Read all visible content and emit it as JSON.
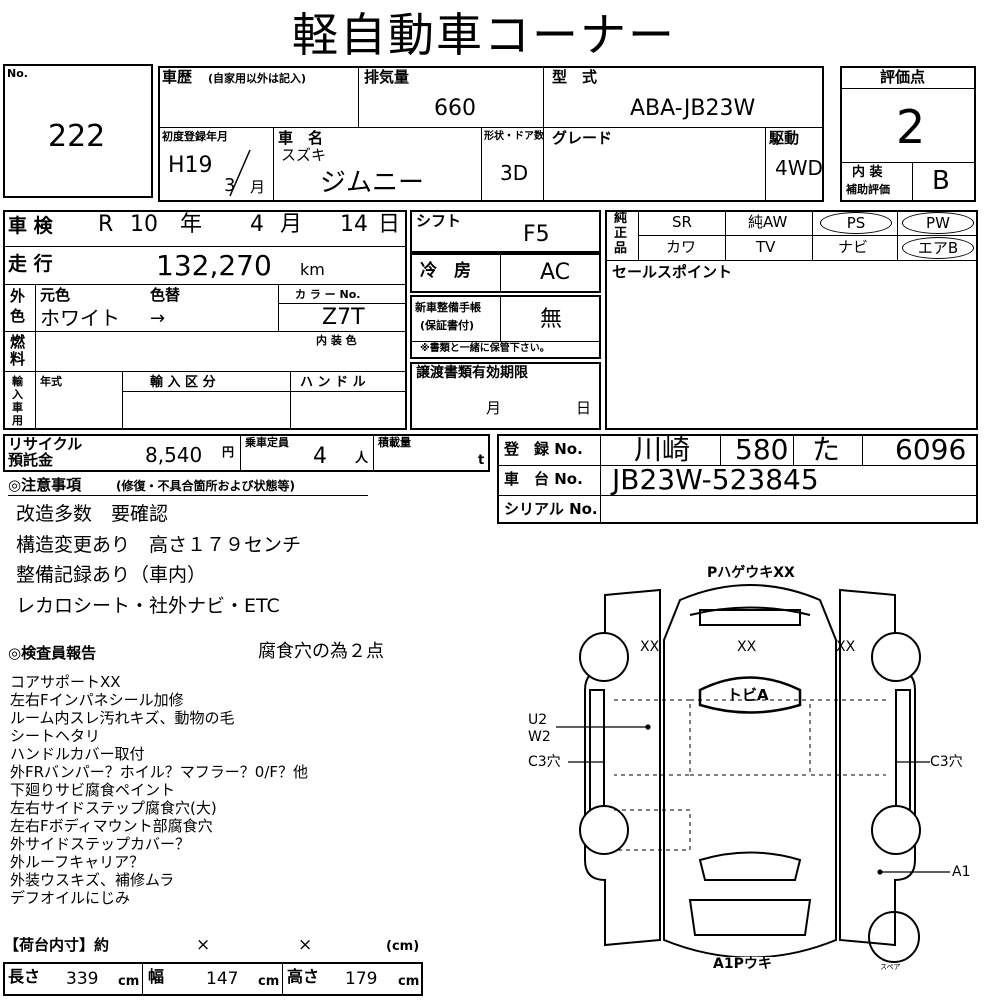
{
  "title": "軽自動車コーナー",
  "lot": {
    "label": "No.",
    "number": "222"
  },
  "history": {
    "label": "車歴",
    "sub": "(自家用以外は記入)"
  },
  "displacement": {
    "label": "排気量",
    "value": "660"
  },
  "model_type": {
    "label": "型　式",
    "value": "ABA-JB23W"
  },
  "first_reg": {
    "label": "初度登録年月",
    "era": "H19",
    "month": "3",
    "month_unit": "月"
  },
  "car_name": {
    "label": "車　名",
    "maker": "スズキ",
    "name": "ジムニー"
  },
  "body_doors": {
    "label": "形状・ドア数",
    "value": "3D"
  },
  "grade": {
    "label": "グレード"
  },
  "drive": {
    "label": "駆動",
    "value": "4WD"
  },
  "score": {
    "label": "評価点",
    "value": "2",
    "interior_label_1": "内 装",
    "interior_label_2": "補助評価",
    "interior_value": "B"
  },
  "inspection": {
    "label": "車 検",
    "era": "R",
    "year": "10",
    "year_unit": "年",
    "month": "4",
    "month_unit": "月",
    "day": "14",
    "day_unit": "日"
  },
  "mileage": {
    "label": "走 行",
    "value": "132,270",
    "unit": "km"
  },
  "shift": {
    "label": "シフト",
    "value": "F5"
  },
  "ac": {
    "label": "冷　房",
    "value": "AC"
  },
  "color": {
    "group_label_1": "外",
    "group_label_2": "色",
    "orig_label": "元色",
    "change_label": "色替",
    "orig_value": "ホワイト",
    "change_value": "→",
    "code_label": "カ ラ ー No.",
    "code_value": "Z7T",
    "interior_label": "内 装 色"
  },
  "fuel": {
    "label_1": "燃",
    "label_2": "料"
  },
  "warranty": {
    "label_1": "新車整備手帳",
    "label_2": "(保証書付)",
    "value": "無",
    "note": "※書類と一緒に保管下さい。"
  },
  "import": {
    "label_chars": [
      "輸",
      "入",
      "車",
      "用"
    ],
    "year_label": "年式",
    "class_label": "輸 入 区 分",
    "handle_label": "ハ ン ド ル"
  },
  "transfer": {
    "label": "譲渡書類有効期限",
    "month_unit": "月",
    "day_unit": "日"
  },
  "equipment": {
    "label_chars": [
      "純",
      "正",
      "品"
    ],
    "row1": [
      "SR",
      "純AW",
      "PS",
      "PW"
    ],
    "row2": [
      "カワ",
      "TV",
      "ナビ",
      "エアB"
    ]
  },
  "sales_point": {
    "label": "セールスポイント"
  },
  "recycle": {
    "label_1": "リサイクル",
    "label_2": "預託金",
    "value": "8,540",
    "unit": "円"
  },
  "capacity": {
    "label": "乗車定員",
    "value": "4",
    "unit": "人"
  },
  "load": {
    "label": "積載量",
    "unit": "t"
  },
  "registration": {
    "label": "登　録 No.",
    "area": "川崎",
    "class": "580",
    "kana": "た",
    "number": "6096"
  },
  "chassis": {
    "label": "車　台 No.",
    "value": "JB23W-523845"
  },
  "serial": {
    "label": "シリアル No."
  },
  "notes": {
    "label": "◎注意事項",
    "sub": "(修復・不具合箇所および状態等)",
    "lines": [
      "改造多数　要確認",
      "構造変更あり　高さ１７９センチ",
      "整備記録あり（車内）",
      "レカロシート・社外ナビ・ETC"
    ]
  },
  "inspector": {
    "label": "◎検査員報告",
    "headline": "腐食穴の為２点",
    "lines": [
      "コアサポートXX",
      "左右Fインパネシール加修",
      "ルーム内スレ汚れキズ、動物の毛",
      "シートヘタリ",
      "ハンドルカバー取付",
      "外FRバンパー？ホイル？マフラー？0/F？他",
      "下廻りサビ腐食ペイント",
      "左右サイドステップ腐食穴(大)",
      "左右Fボディマウント部腐食穴",
      "外サイドステップカバー？",
      "外ルーフキャリア？",
      "外装ウスキズ、補修ムラ",
      "デフオイルにじみ"
    ]
  },
  "cargo": {
    "label": "【荷台内寸】約",
    "x1": "×",
    "x2": "×",
    "unit_label": "(cm)",
    "length_label": "長さ",
    "length": "339",
    "width_label": "幅",
    "width": "147",
    "height_label": "高さ",
    "height": "179",
    "cm": "cm"
  },
  "diagram": {
    "front": "PハゲウキXX",
    "rear": "A1Pウキ",
    "roof": "トビA",
    "left_front": "XX",
    "center_front": "XX",
    "right_front": "XX",
    "u2": "U2",
    "w2": "W2",
    "left_side": "C3穴",
    "right_side": "C3穴",
    "a1": "A1",
    "spare": "スペア"
  }
}
